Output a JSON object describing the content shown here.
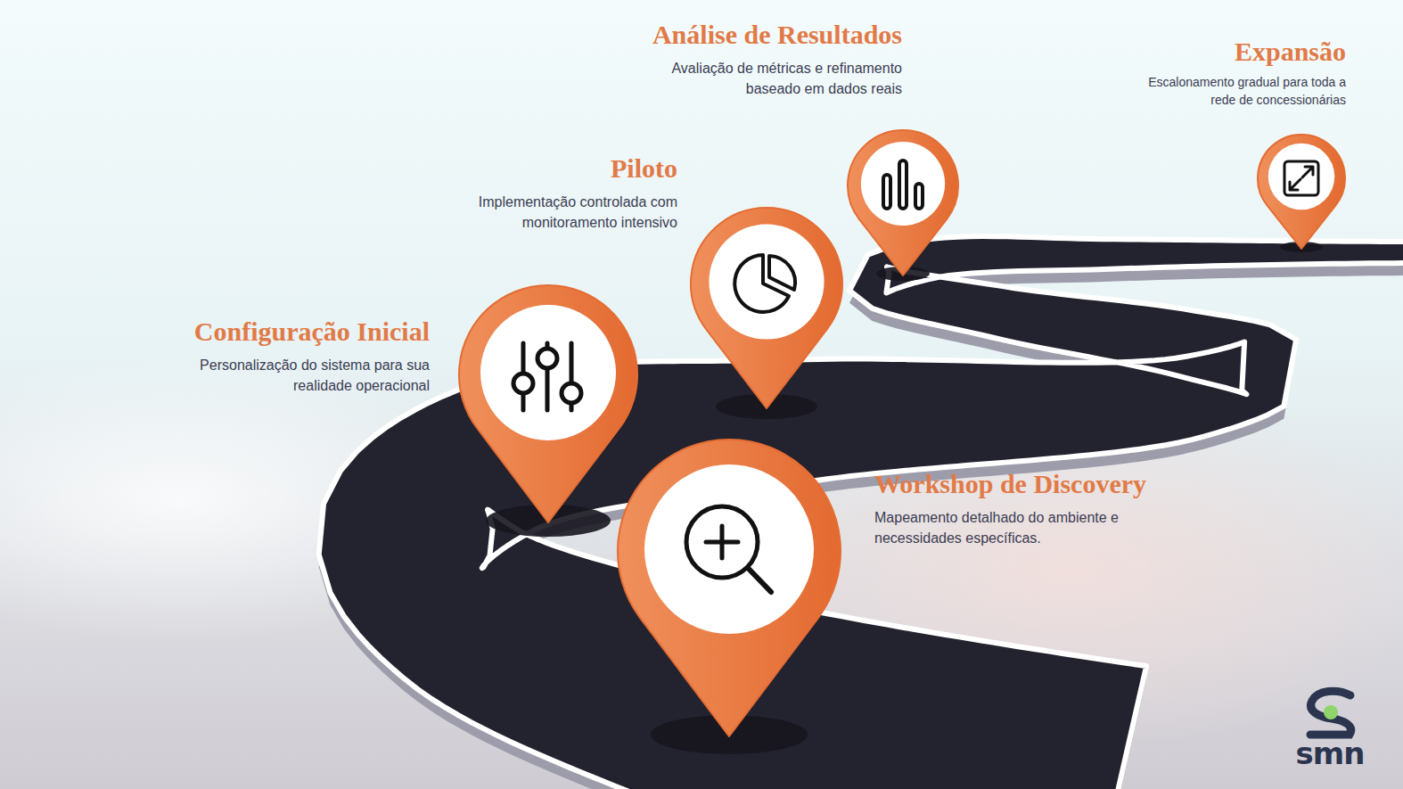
{
  "diagram": {
    "nodes": [
      {
        "text": [
          "Workshop de Discovery",
          "Mapeamento detalhado do ambiente e necessidades específicas."
        ]
      },
      {
        "text": [
          "Configuração Inicial",
          "Personalização do sistema para sua realidade operacional"
        ]
      },
      {
        "text": [
          "Piloto",
          "Implementação controlada com monitoramento intensivo"
        ]
      },
      {
        "text": [
          "Análise de Resultados",
          "Avaliação de métricas e refinamento baseado em dados reais"
        ]
      },
      {
        "text": [
          "Expansão",
          "Escalonamento gradual para toda a rede de concessionárias"
        ]
      }
    ],
    "labels": [
      "smn"
    ]
  }
}
